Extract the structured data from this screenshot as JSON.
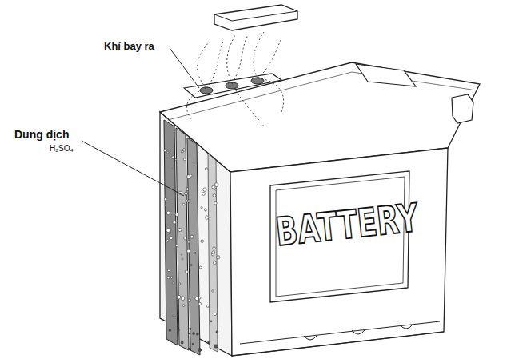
{
  "diagram": {
    "labels": [
      "Khí bay ra",
      "Dung dịch",
      "H₂SO₄",
      "BATTERY"
    ]
  }
}
